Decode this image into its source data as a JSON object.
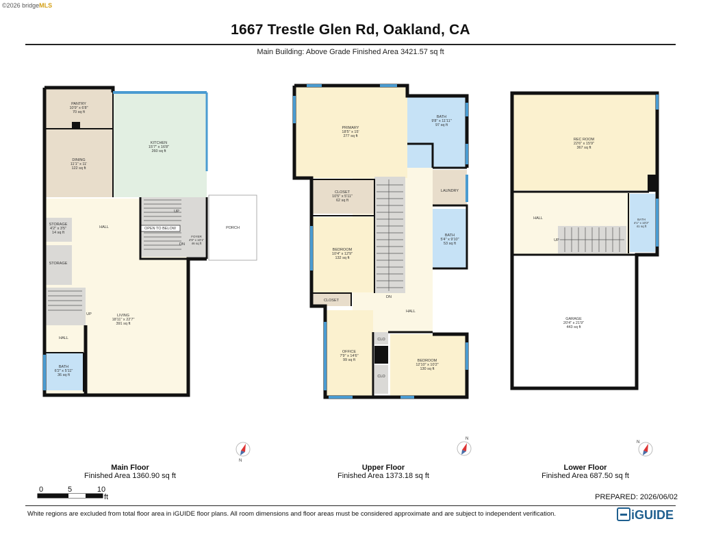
{
  "watermark": {
    "copyright": "©2026 bridge",
    "brand": "MLS"
  },
  "header": {
    "title": "1667 Trestle Glen Rd, Oakland, CA",
    "subtitle": "Main Building: Above Grade Finished Area 3421.57 sq ft"
  },
  "floors": {
    "main": {
      "name": "Main Floor",
      "area": "Finished Area 1360.90 sq ft",
      "rooms": {
        "pantry": [
          "PANTRY",
          "10'9\" x 6'8\"",
          "70 sq ft"
        ],
        "kitchen": [
          "KITCHEN",
          "15'7\" x 16'8\"",
          "260 sq ft"
        ],
        "dining": [
          "DINING",
          "11'1\" x 11'",
          "122 sq ft"
        ],
        "hall": [
          "HALL"
        ],
        "storage1": [
          "STORAGE",
          "4'2\" x 3'5\"",
          "14 sq ft"
        ],
        "storage2": [
          "STORAGE"
        ],
        "open": [
          "OPEN TO BELOW"
        ],
        "foyer": [
          "FOYER",
          "4'9\" x 10'1\"",
          "46 sq ft"
        ],
        "porch": [
          "PORCH"
        ],
        "living": [
          "LIVING",
          "18'11\" x 22'7\"",
          "391 sq ft"
        ],
        "hall2": [
          "HALL"
        ],
        "bath": [
          "BATH",
          "6'2\" x 5'11\"",
          "36 sq ft"
        ],
        "up": "UP",
        "up2": "UP",
        "dn": "DN"
      }
    },
    "upper": {
      "name": "Upper Floor",
      "area": "Finished Area 1373.18 sq ft",
      "rooms": {
        "primary": [
          "PRIMARY",
          "18'5\" x 15'",
          "277 sq ft"
        ],
        "bath1": [
          "BATH",
          "9'8\" x 11'11\"",
          "97 sq ft"
        ],
        "closet1": [
          "CLOSET",
          "10'5\" x 5'11\"",
          "62 sq ft"
        ],
        "laundry": [
          "LAUNDRY"
        ],
        "bedroom1": [
          "BEDROOM",
          "10'4\" x 12'9\"",
          "132 sq ft"
        ],
        "bath2": [
          "BATH",
          "5'4\" x 9'10\"",
          "53 sq ft"
        ],
        "closet2": [
          "CLOSET"
        ],
        "dn": "DN",
        "hall": [
          "HALL"
        ],
        "office": [
          "OFFICE",
          "7'9\" x 14'6\"",
          "99 sq ft"
        ],
        "clo1": "CLO",
        "clo2": "CLO",
        "bedroom2": [
          "BEDROOM",
          "12'10\" x 10'2\"",
          "130 sq ft"
        ]
      }
    },
    "lower": {
      "name": "Lower Floor",
      "area": "Finished Area 687.50 sq ft",
      "rooms": {
        "rec": [
          "REC ROOM",
          "22'6\" x 15'9\"",
          "367 sq ft"
        ],
        "hall": [
          "HALL"
        ],
        "up": "UP",
        "bath": [
          "BATH",
          "4'1\" x 10'2\"",
          "41 sq ft"
        ],
        "garage": [
          "GARAGE",
          "20'4\" x 21'9\"",
          "443 sq ft"
        ]
      }
    }
  },
  "compass": {
    "n": "N"
  },
  "scale": {
    "ticks": [
      "0",
      "5",
      "10"
    ],
    "unit": "ft"
  },
  "prepared": "PREPARED: 2026/06/02",
  "disclaimer": "White regions are excluded from total floor area in iGUIDE floor plans. All room dimensions and floor areas must be considered approximate and are subject to independent verification.",
  "logo": "iGUIDE",
  "colors": {
    "yellow": "#fbf1cf",
    "tan": "#e8ddcb",
    "green": "#e2efe2",
    "blue": "#c6e2f6",
    "gray": "#dad9d6",
    "cream": "#fcf7e4",
    "wall": "#111111",
    "window": "#4a9bd1"
  }
}
